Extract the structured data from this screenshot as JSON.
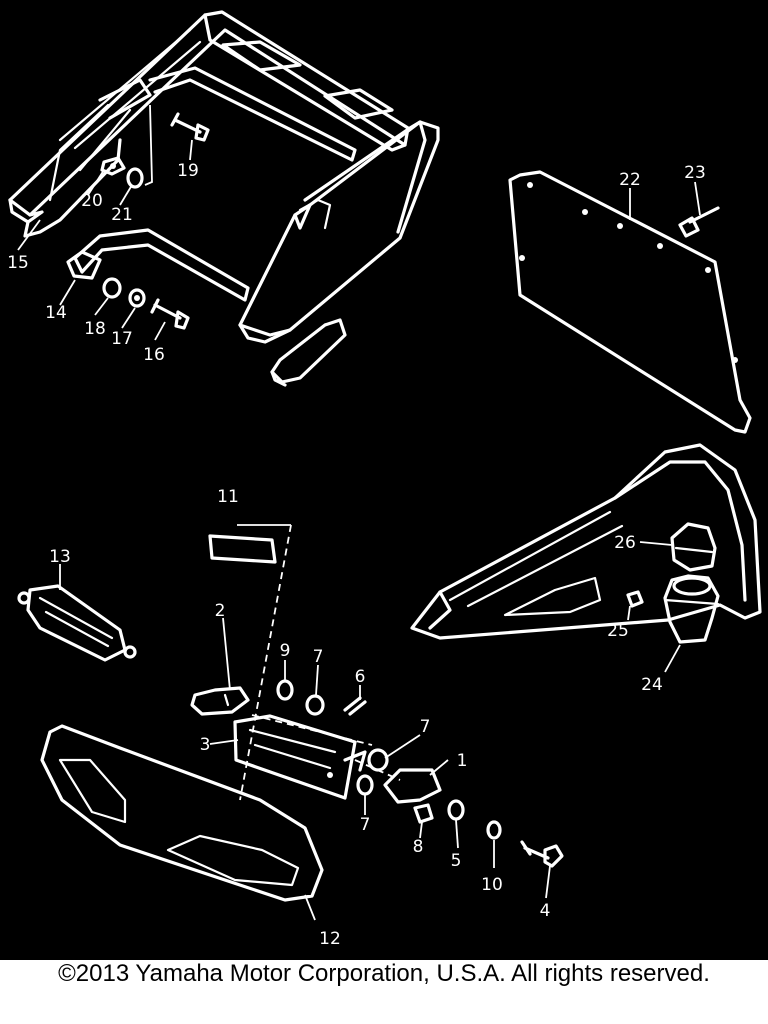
{
  "colors": {
    "background": "#000000",
    "line_art": "#ffffff",
    "footer_text": "#000000",
    "footer_background": "#ffffff"
  },
  "callouts": {
    "c1": "1",
    "c2": "2",
    "c3": "3",
    "c4": "4",
    "c5": "5",
    "c6": "6",
    "c7a": "7",
    "c7b": "7",
    "c7c": "7",
    "c8": "8",
    "c9": "9",
    "c10": "10",
    "c11": "11",
    "c12": "12",
    "c13": "13",
    "c14": "14",
    "c15": "15",
    "c16": "16",
    "c17": "17",
    "c18": "18",
    "c19": "19",
    "c20": "20",
    "c21": "21",
    "c22": "22",
    "c23": "23",
    "c24": "24",
    "c25": "25",
    "c26": "26"
  },
  "footer": {
    "copyright": "©2013 Yamaha Motor Corporation, U.S.A. All rights reserved."
  }
}
